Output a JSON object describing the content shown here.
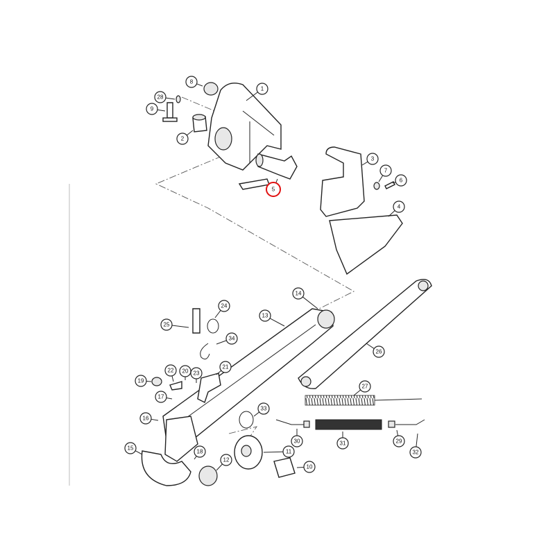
{
  "diagram": {
    "highlight_color": "#e01010",
    "highlighted_part": "5",
    "callouts": [
      "1",
      "2",
      "3",
      "4",
      "5",
      "6",
      "7",
      "8",
      "9",
      "10",
      "11",
      "12",
      "13",
      "14",
      "15",
      "16",
      "17",
      "18",
      "19",
      "20",
      "21",
      "22",
      "23",
      "24",
      "25",
      "26",
      "27",
      "28",
      "29",
      "30",
      "31",
      "32",
      "33",
      "34"
    ]
  }
}
